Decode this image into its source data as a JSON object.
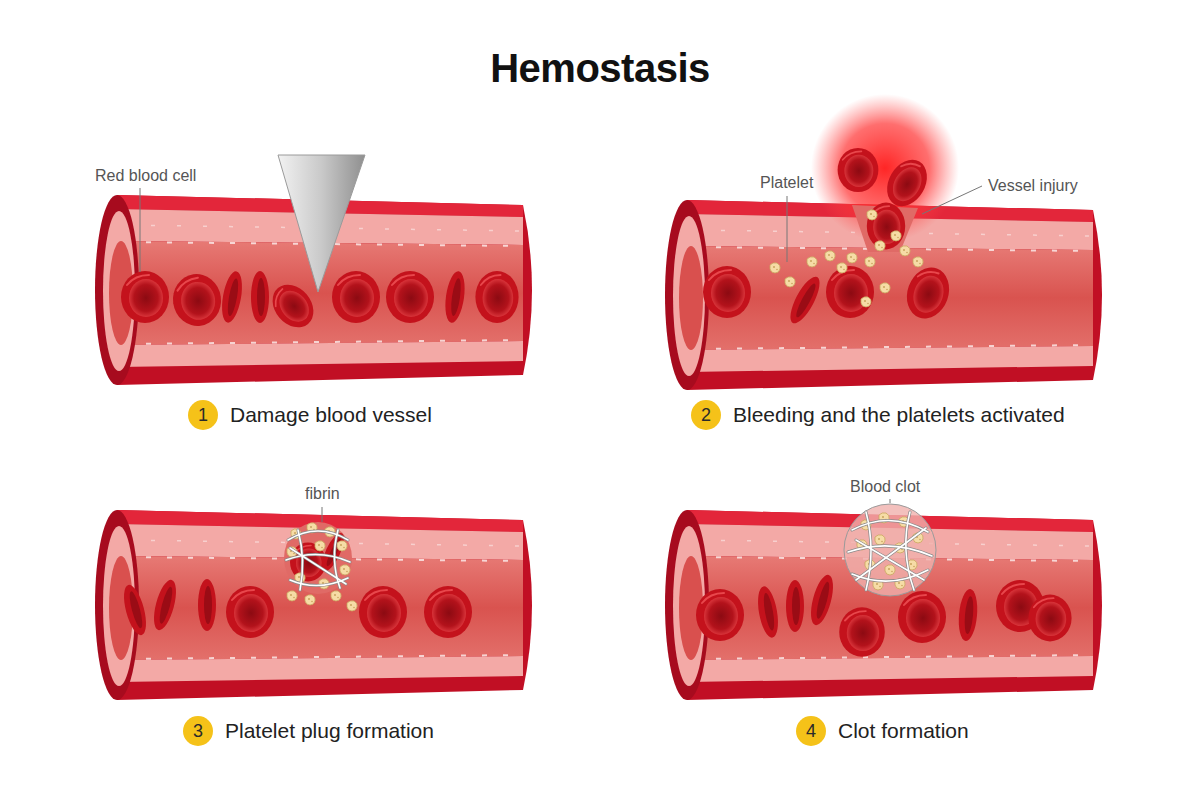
{
  "diagram": {
    "title": "Hemostasis",
    "nodes": [
      {
        "text": [
          "1",
          "Damage blood vessel"
        ]
      },
      {
        "text": [
          "2",
          "Bleeding and the platelets activated"
        ]
      },
      {
        "text": [
          "3",
          "Platelet plug formation"
        ]
      },
      {
        "text": [
          "4",
          "Clot formation"
        ]
      }
    ],
    "labels": [
      "Red blood cell",
      "Platelet",
      "Vessel injury",
      "fibrin",
      "Blood clot"
    ]
  }
}
